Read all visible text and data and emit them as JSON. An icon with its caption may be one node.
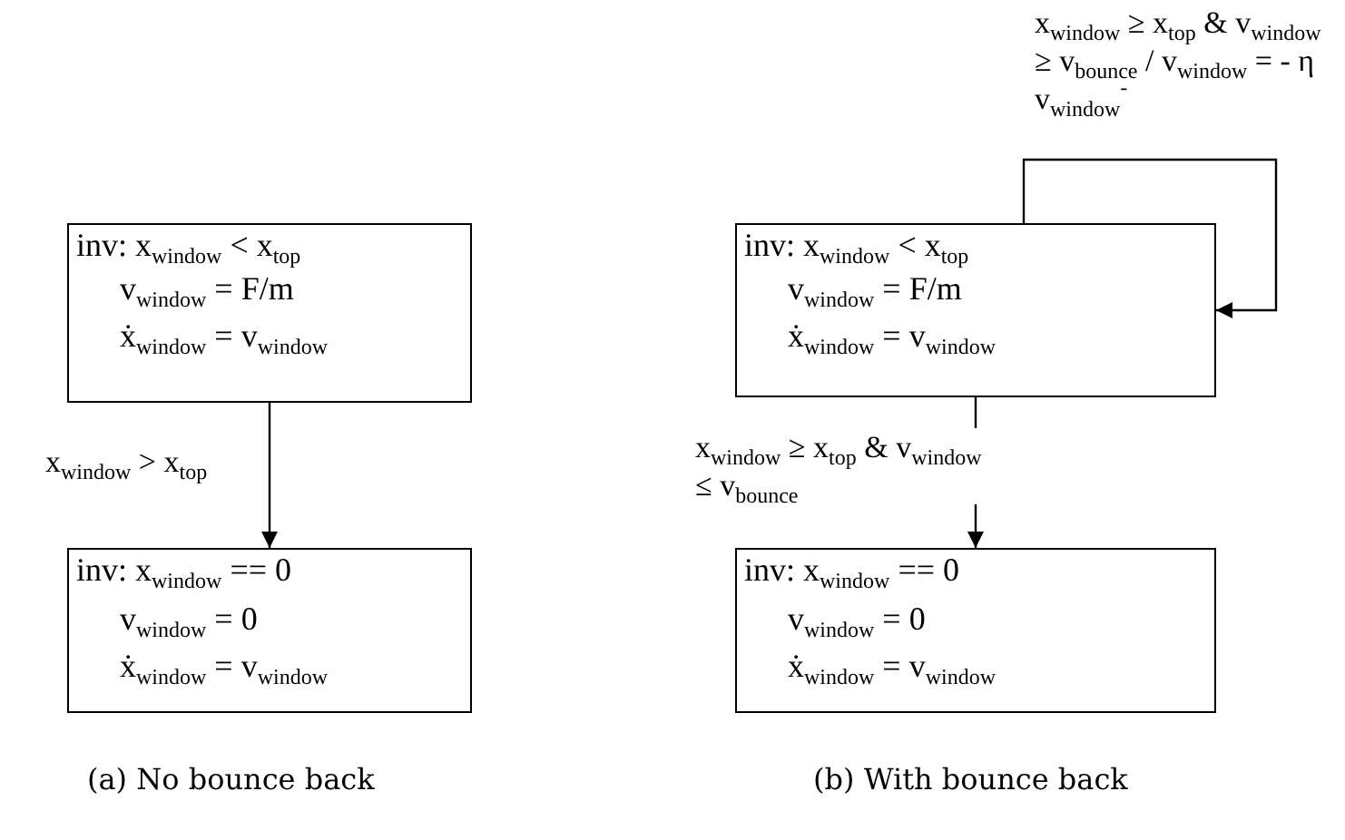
{
  "diagram": {
    "nodes": [
      {
        "text": [
          "inv: x$_{window}$ < x$_{top}$",
          "v$_{window}$ = F/m",
          "ẋ$_{window}$ = v$_{window}$"
        ]
      },
      {
        "text": [
          "inv: x$_{window}$ == 0",
          "v$_{window}$ = 0",
          "ẋ$_{window}$ = v$_{window}$"
        ]
      },
      {
        "text": [
          "inv: x$_{window}$ < x$_{top}$",
          "v$_{window}$ = F/m",
          "ẋ$_{window}$ = v$_{window}$"
        ]
      },
      {
        "text": [
          "inv: x$_{window}$ == 0",
          "v$_{window}$ = 0",
          "ẋ$_{window}$ = v$_{window}$"
        ]
      }
    ],
    "edges": [
      {
        "from": 0,
        "to": 1,
        "arrow": "to",
        "label": "x$_{window}$ > x$_{top}$"
      },
      {
        "from": 2,
        "to": 2,
        "arrow": "to",
        "label": "x$_{window}$ ≥ x$_{top}$ & v$_{window}$ ≥ v$_{bounce}$ / v$_{window}$ = - η v$_{window}$$^{-}$"
      },
      {
        "from": 2,
        "to": 3,
        "arrow": "to",
        "label": "x$_{window}$ ≥ x$_{top}$ & v$_{window}$ ≤ v$_{bounce}$"
      }
    ],
    "labels": [
      "(a) No bounce back",
      "(b) With bounce back"
    ]
  }
}
